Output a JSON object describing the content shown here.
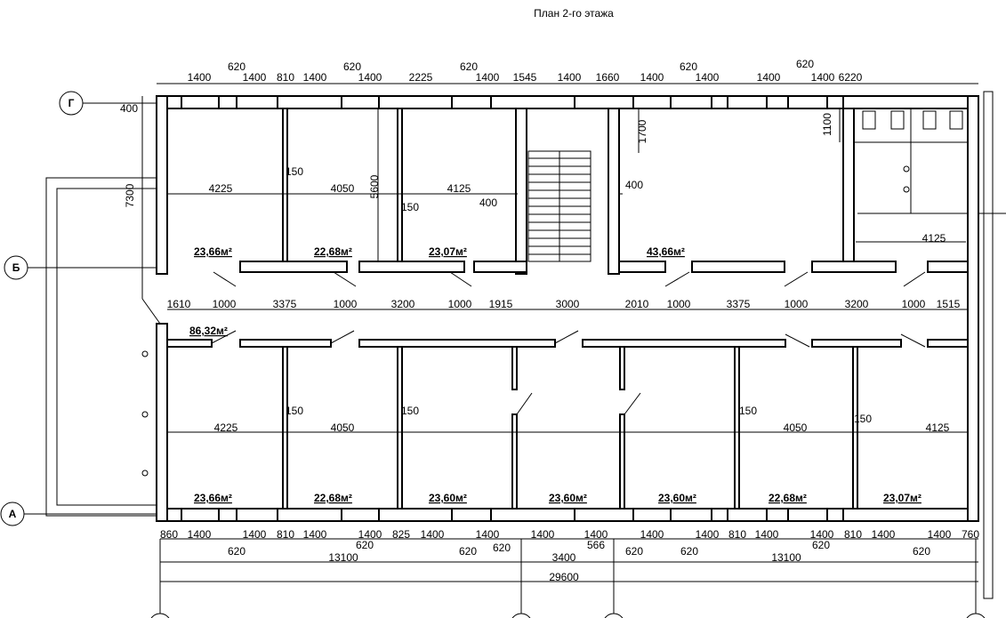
{
  "title": "План 2-го этажа",
  "axes": [
    "Г",
    "Б",
    "А"
  ],
  "rooms_top": [
    "23,66м²",
    "22,68м²",
    "23,07м²",
    "43,66м²"
  ],
  "hall_area": "86,32м²",
  "rooms_bottom": [
    "23,66м²",
    "22,68м²",
    "23,60м²",
    "23,60м²",
    "23,60м²",
    "22,68м²",
    "23,07м²"
  ],
  "dims_top": [
    "1400",
    "620",
    "1400",
    "810",
    "1400",
    "620",
    "1400",
    "2225",
    "620",
    "1400",
    "1545",
    "1400",
    "1660",
    "1400",
    "620",
    "1400",
    "1400",
    "620",
    "1400",
    "6220"
  ],
  "dims_corridor": [
    "1610",
    "1000",
    "3375",
    "1000",
    "3200",
    "1000",
    "1915",
    "3000",
    "2010",
    "1000",
    "3375",
    "1000",
    "3200",
    "1000",
    "1515"
  ],
  "dims_upper_rooms": [
    "4225",
    "4050",
    "4125",
    "150",
    "150",
    "400",
    "400",
    "5600",
    "7300",
    "1700",
    "1100",
    "4125",
    "400"
  ],
  "dims_lower_rooms": [
    "4225",
    "150",
    "4050",
    "150",
    "150",
    "4050",
    "150",
    "4125"
  ],
  "dims_bottom": [
    "860",
    "1400",
    "1400",
    "810",
    "1400",
    "1400",
    "825",
    "1400",
    "1400",
    "1400",
    "1400",
    "1400",
    "1400",
    "810",
    "1400",
    "1400",
    "810",
    "1400",
    "1400",
    "760"
  ],
  "dims_bottom_piers": [
    "620",
    "620",
    "620",
    "620",
    "566",
    "620",
    "620",
    "620",
    "620"
  ],
  "dims_totals": [
    "13100",
    "3400",
    "13100",
    "29600"
  ]
}
